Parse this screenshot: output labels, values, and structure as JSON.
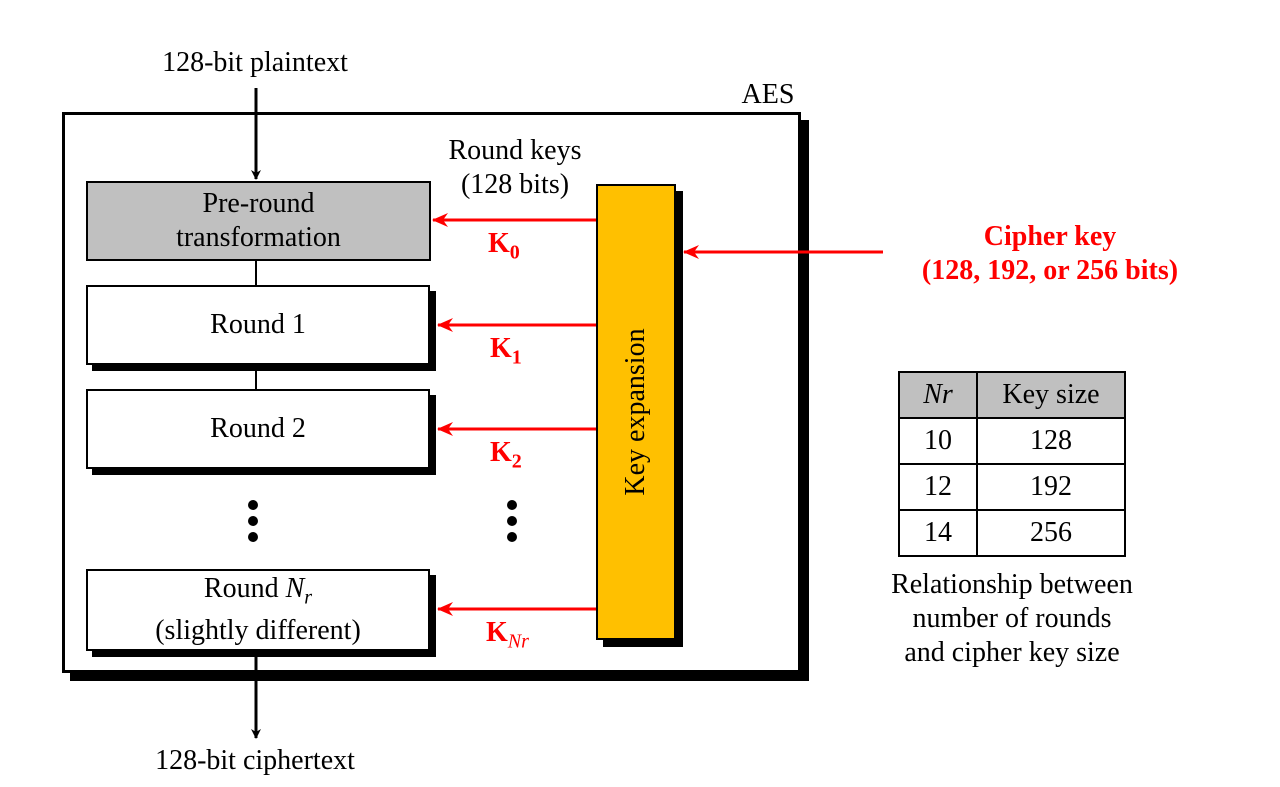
{
  "title": "AES",
  "input_label": "128-bit plaintext",
  "output_label": "128-bit ciphertext",
  "round_keys_label": [
    "Round keys",
    "(128 bits)"
  ],
  "key_expansion_label": "Key expansion",
  "cipher_key": {
    "line1": "Cipher key",
    "line2": "(128, 192, or 256 bits)",
    "color": "#ff0000"
  },
  "stages": [
    {
      "line1": "Pre-round",
      "line2": "transformation"
    },
    {
      "line1": "Round 1"
    },
    {
      "line1": "Round 2"
    },
    {
      "line1_prefix": "Round ",
      "line1_var": "N",
      "line1_sub": "r",
      "line2": "(slightly different)"
    }
  ],
  "round_key_labels": [
    {
      "base": "K",
      "sub": "0"
    },
    {
      "base": "K",
      "sub": "1"
    },
    {
      "base": "K",
      "sub": "2"
    },
    {
      "base": "K",
      "sub": "Nr"
    }
  ],
  "ellipsis": "⋮",
  "colors": {
    "pre_round_fill": "#c0c0c0",
    "key_expansion_fill": "#ffc000",
    "key_arrow": "#ff0000"
  },
  "table": {
    "headers": [
      "Nr",
      "Key size"
    ],
    "rows": [
      [
        "10",
        "128"
      ],
      [
        "12",
        "192"
      ],
      [
        "14",
        "256"
      ]
    ],
    "caption": [
      "Relationship between",
      "number of rounds",
      "and cipher key size"
    ]
  }
}
